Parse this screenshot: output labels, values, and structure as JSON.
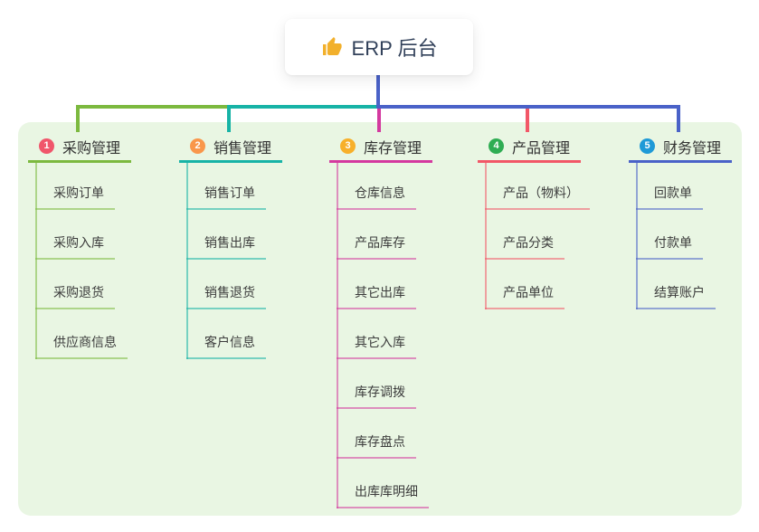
{
  "root": {
    "label": "ERP 后台",
    "icon": "thumbs-up-icon",
    "icon_color": "#f2b02c"
  },
  "colors": {
    "panel_bg": "#e9f6e3",
    "root_stem": "#4a62c8",
    "root_text": "#32415a",
    "node_text": "#3c3c3c"
  },
  "branches": [
    {
      "index": "1",
      "label": "采购管理",
      "badge_color": "#f0566b",
      "line_color": "#7cb93f",
      "children": [
        "采购订单",
        "采购入库",
        "采购退货",
        "供应商信息"
      ]
    },
    {
      "index": "2",
      "label": "销售管理",
      "badge_color": "#f9974b",
      "line_color": "#17b3a6",
      "children": [
        "销售订单",
        "销售出库",
        "销售退货",
        "客户信息"
      ]
    },
    {
      "index": "3",
      "label": "库存管理",
      "badge_color": "#f7b02a",
      "line_color": "#d4399f",
      "children": [
        "仓库信息",
        "产品库存",
        "其它出库",
        "其它入库",
        "库存调拨",
        "库存盘点",
        "出库库明细"
      ]
    },
    {
      "index": "4",
      "label": "产品管理",
      "badge_color": "#2fad53",
      "line_color": "#f25767",
      "children": [
        "产品（物料）",
        "产品分类",
        "产品单位"
      ]
    },
    {
      "index": "5",
      "label": "财务管理",
      "badge_color": "#1f9ad7",
      "line_color": "#4a62c8",
      "children": [
        "回款单",
        "付款单",
        "结算账户"
      ]
    }
  ]
}
